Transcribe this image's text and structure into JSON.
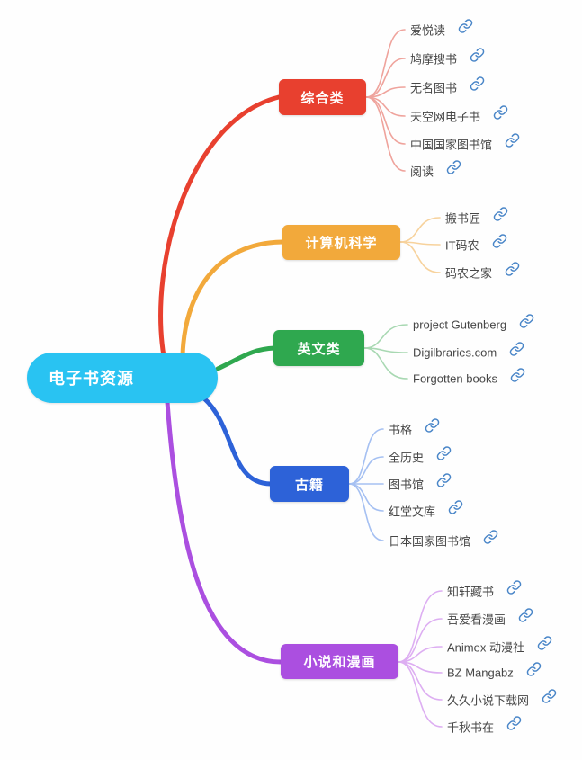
{
  "central": {
    "label": "电子书资源",
    "color": "#29c3f2",
    "text_color": "#ffffff"
  },
  "branches": [
    {
      "label": "综合类",
      "color": "#e8402f",
      "leaf_line_color": "#efa39c",
      "leaves": [
        "爱悦读",
        "鸠摩搜书",
        "无名图书",
        "天空网电子书",
        "中国国家图书馆",
        "阅读"
      ]
    },
    {
      "label": "计算机科学",
      "color": "#f2a93b",
      "leaf_line_color": "#f7d29c",
      "leaves": [
        "搬书匠",
        "IT码农",
        "码农之家"
      ]
    },
    {
      "label": "英文类",
      "color": "#2fa84f",
      "leaf_line_color": "#a8d8b2",
      "leaves": [
        "project Gutenberg",
        "Digilbraries.com",
        "Forgotten books"
      ]
    },
    {
      "label": "古籍",
      "color": "#2d62d8",
      "leaf_line_color": "#a5c0f2",
      "leaves": [
        "书格",
        "全历史",
        "图书馆",
        "红堂文库",
        "日本国家图书馆"
      ]
    },
    {
      "label": "小说和漫画",
      "color": "#ab4fe0",
      "leaf_line_color": "#ddaef2",
      "leaves": [
        "知轩藏书",
        "吾爱看漫画",
        "Animex 动漫社",
        "BZ Mangabz",
        "久久小说下载网",
        "千秋书在"
      ]
    }
  ],
  "icons": {
    "link": "link-icon",
    "link_color": "#4a86c8"
  }
}
